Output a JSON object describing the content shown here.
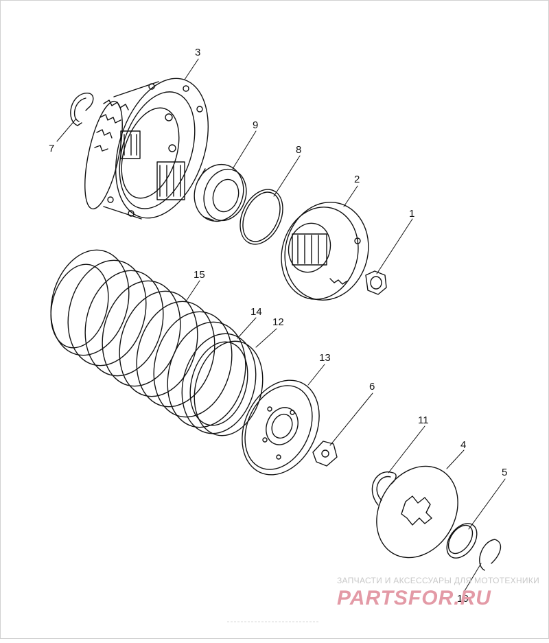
{
  "diagram": {
    "callouts": [
      {
        "id": "1",
        "label": "1"
      },
      {
        "id": "2",
        "label": "2"
      },
      {
        "id": "3",
        "label": "3"
      },
      {
        "id": "4",
        "label": "4"
      },
      {
        "id": "5",
        "label": "5"
      },
      {
        "id": "6",
        "label": "6"
      },
      {
        "id": "7",
        "label": "7"
      },
      {
        "id": "8",
        "label": "8"
      },
      {
        "id": "9",
        "label": "9"
      },
      {
        "id": "10",
        "label": "10"
      },
      {
        "id": "11",
        "label": "11"
      },
      {
        "id": "12",
        "label": "12"
      },
      {
        "id": "13",
        "label": "13"
      },
      {
        "id": "14",
        "label": "14"
      },
      {
        "id": "15",
        "label": "15"
      }
    ]
  },
  "watermark": {
    "tagline": "ЗАПЧАСТИ И АКСЕССУАРЫ ДЛЯ МОТОТЕХНИКИ",
    "logo": "PARTSFOR.RU"
  },
  "colors": {
    "line": "#111111",
    "watermark_text": "#c8c8c8",
    "watermark_logo": "#e39aa6"
  }
}
